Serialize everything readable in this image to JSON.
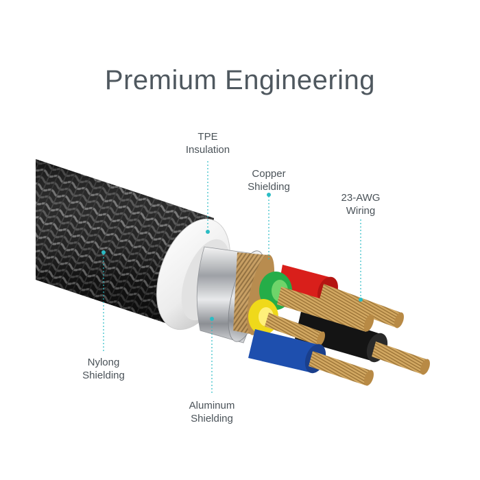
{
  "title": "Premium Engineering",
  "colors": {
    "title": "#4f585f",
    "label": "#4a5258",
    "leader": "#2bbcc4",
    "braid": "#1b1b1b",
    "tpe": "#f3f3f3",
    "aluminum": "#c9cbcf",
    "copper_shield": "#b79055",
    "wire_red": "#e0231e",
    "wire_green": "#27b34b",
    "wire_yellow": "#f2df1c",
    "wire_blue": "#1f4eb0",
    "wire_black": "#121212",
    "copper_core": "#d8ae6c"
  },
  "labels": {
    "tpe": {
      "line1": "TPE",
      "line2": "Insulation"
    },
    "copper": {
      "line1": "Copper",
      "line2": "Shielding"
    },
    "awg": {
      "line1": "23-AWG",
      "line2": "Wiring"
    },
    "nylon": {
      "line1": "Nylong",
      "line2": "Shielding"
    },
    "aluminum": {
      "line1": "Aluminum",
      "line2": "Shielding"
    }
  }
}
